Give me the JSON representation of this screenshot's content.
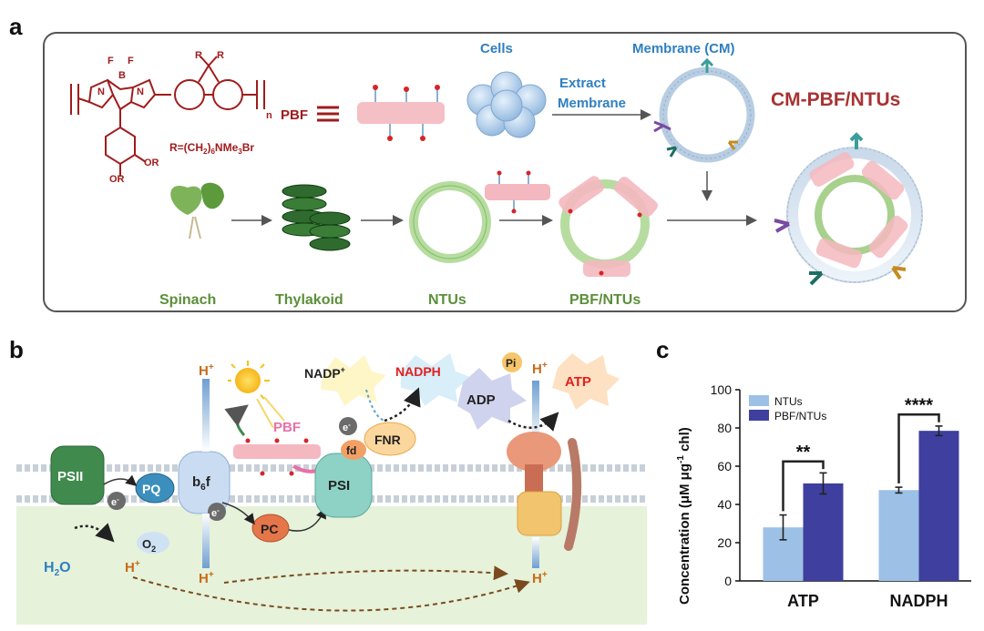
{
  "panel_a": {
    "letter": "a",
    "polymer": {
      "r": "R",
      "f": "F",
      "b": "B",
      "n1": "N",
      "n2": "N",
      "sub_n": "n",
      "or1": "OR",
      "or2": "OR",
      "r_def_pre": "R=(CH",
      "r_def_sub1": "2",
      "r_def_mid": ")",
      "r_def_sub2": "6",
      "r_def_post": "NMe",
      "r_def_sub3": "3",
      "r_def_br": "Br",
      "plus": "+",
      "minus": "−"
    },
    "pbf_label": "PBF",
    "cells": "Cells",
    "extract1": "Extract",
    "extract2": "Membrane",
    "membrane": "Membrane (CM)",
    "product": "CM-PBF/NTUs",
    "steps": [
      "Spinach",
      "Thylakoid",
      "NTUs",
      "PBF/NTUs"
    ]
  },
  "panel_b": {
    "letter": "b",
    "psii": "PSII",
    "pq": "PQ",
    "b6f": "b",
    "b6f_sub": "6",
    "b6f_f": "f",
    "pc": "PC",
    "psi": "PSI",
    "fd": "fd",
    "fnr": "FNR",
    "pbf": "PBF",
    "nadp": "NADP",
    "nadp_sup": "+",
    "nadph": "NADPH",
    "adp": "ADP",
    "pi": "Pi",
    "atp": "ATP",
    "e": "e",
    "e_sup": "-",
    "h": "H",
    "h_sup": "+",
    "h2o": "H",
    "h2o_sub": "2",
    "h2o_o": "O",
    "o2": "O",
    "o2_sub": "2"
  },
  "panel_c": {
    "letter": "c",
    "chart_data": {
      "type": "bar",
      "categories": [
        "ATP",
        "NADPH"
      ],
      "series": [
        {
          "name": "NTUs",
          "values": [
            28,
            47.5
          ],
          "error": [
            6.5,
            1.5
          ],
          "color": "#9dc0e6"
        },
        {
          "name": "PBF/NTUs",
          "values": [
            51,
            78.5
          ],
          "error": [
            5.5,
            2.5
          ],
          "color": "#3e3f9e"
        }
      ],
      "ylabel_pre": "Concentration (μM μg",
      "ylabel_sup": "-1",
      "ylabel_post": " chl)",
      "ylim": [
        0,
        100
      ],
      "yticks": [
        "0",
        "20",
        "40",
        "60",
        "80",
        "100"
      ],
      "significance": [
        "**",
        "****"
      ],
      "legend_position": "top-left"
    }
  }
}
